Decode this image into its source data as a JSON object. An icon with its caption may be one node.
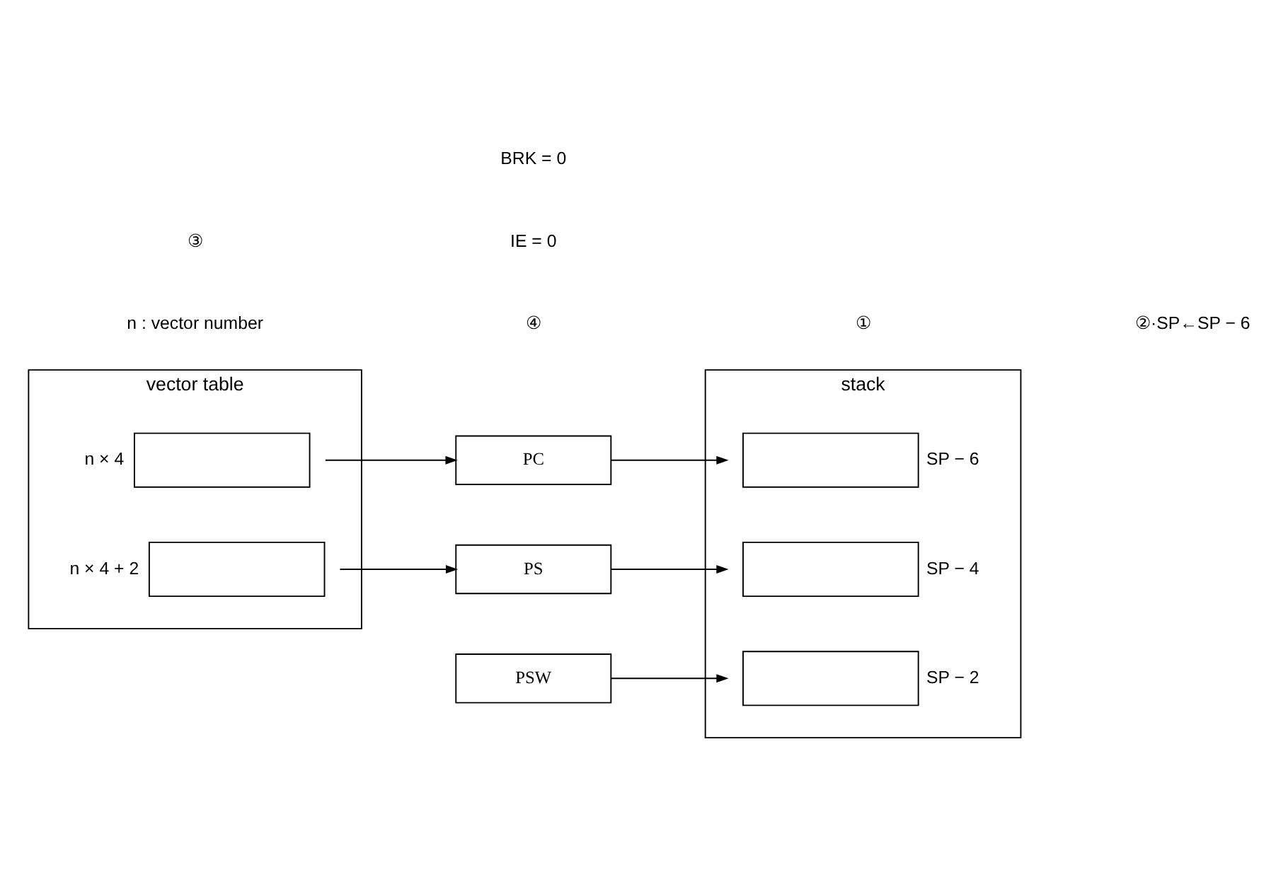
{
  "diagram": {
    "nodes": [
      {
        "text": [
          "vector table"
        ]
      },
      {
        "text": [],
        "shape": "box",
        "in": 0,
        "beside": [
          "n × 4"
        ]
      },
      {
        "text": [],
        "shape": "box",
        "in": 0,
        "beside": [
          "n × 4 + 2"
        ]
      },
      {
        "text": [
          "stack"
        ]
      },
      {
        "text": [],
        "shape": "box",
        "in": 3,
        "beside": [
          "SP − 6"
        ]
      },
      {
        "text": [],
        "shape": "box",
        "in": 3,
        "beside": [
          "SP − 4"
        ]
      },
      {
        "text": [],
        "shape": "box",
        "in": 3,
        "beside": [
          "SP − 2"
        ]
      },
      {
        "text": [
          "PC"
        ]
      },
      {
        "text": [
          "PS"
        ]
      },
      {
        "text": [
          "PSW"
        ]
      }
    ],
    "edges": [
      {
        "from": 1,
        "to": 7,
        "arrow": "to"
      },
      {
        "from": 2,
        "to": 8,
        "arrow": "to"
      },
      {
        "from": 7,
        "to": 4,
        "arrow": "to"
      },
      {
        "from": 8,
        "to": 5,
        "arrow": "to"
      },
      {
        "from": 9,
        "to": 6,
        "arrow": "to"
      }
    ],
    "labels": [
      "n : vector number",
      "④",
      "①",
      "②·SP←SP − 6",
      "③",
      "IE = 0",
      "BRK = 0"
    ]
  }
}
